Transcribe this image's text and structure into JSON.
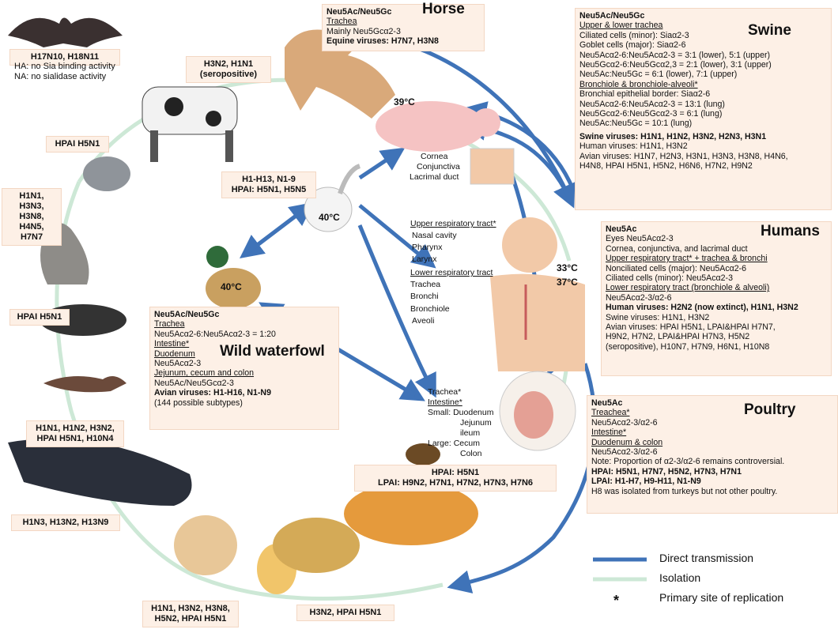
{
  "labels": {
    "bat": [
      "H17N10, H18N11"
    ],
    "bat_notes": [
      "HA: no Sia binding activity",
      "NA: no sialidase activity"
    ],
    "cattle": [
      "H3N2, H1N1",
      "(seropositive)"
    ],
    "pigeon": [
      "HPAI H5N1"
    ],
    "seal": [
      "H1N1, H3N3,",
      "H3N8, H4N5,",
      "H7N7"
    ],
    "ferret": [
      "HPAI H5N1"
    ],
    "mink": [
      "H1N1, H1N2, H3N2,",
      "HPAI H5N1, H10N4"
    ],
    "whale": [
      "H1N3, H13N2, H13N9"
    ],
    "dog": [
      "H1N1, H3N2, H3N8,",
      "H5N2, HPAI H5N1"
    ],
    "cats": [
      "H3N2, HPAI H5N1"
    ],
    "goose": [
      "H1-H13, N1-9",
      "HPAI: H5N1, H5N5"
    ],
    "quail": [
      "HPAI: H5N1",
      "LPAI: H9N2, H7N1, H7N2, H7N3, H7N6"
    ]
  },
  "temps": {
    "pig": "39°C",
    "goose": "40°C",
    "duck": "40°C",
    "human_upper": "33°C",
    "human_lower": "37°C"
  },
  "eye_parts": [
    "Cornea",
    "Conjunctiva",
    "Lacrimal duct"
  ],
  "human_organs": [
    "Upper respiratory tract*",
    "Nasal cavity",
    "Pharynx",
    "Larynx",
    "Lower respiratory tract",
    "Trachea",
    "Bronchi",
    "Bronchiole",
    "Aveoli"
  ],
  "chicken_organs": [
    "Trachea*",
    "Intestine*",
    "Small: Duodenum",
    "Jejunum",
    "ileum",
    "Large: Cecum",
    "Colon"
  ],
  "horse": {
    "header": "Neu5Ac/Neu5Gc",
    "title": "Horse",
    "lines": [
      "Trachea",
      "Mainly Neu5Gcα2-3",
      "Equine viruses: H7N7, H3N8"
    ]
  },
  "waterfowl": {
    "header": "Neu5Ac/Neu5Gc",
    "title": "Wild waterfowl",
    "lines": [
      "Trachea",
      "Neu5Acα2-6:Neu5Acα2-3 = 1:20",
      "Intestine*",
      "Duodenum",
      "Neu5Acα2-3",
      "Jejunum, cecum and colon",
      "Neu5Ac/Neu5Gcα2-3",
      "Avian viruses: H1-H16, N1-N9",
      "(144 possible subtypes)"
    ]
  },
  "swine": {
    "header": "Neu5Ac/Neu5Gc",
    "title": "Swine",
    "lines": [
      "Upper & lower trachea",
      "Ciliated cells (minor): Siaα2-3",
      "Goblet cells (major): Siaα2-6",
      "Neu5Acα2-6:Neu5Acα2-3 = 3:1 (lower), 5:1 (upper)",
      "Neu5Gcα2-6:Neu5Gcα2,3 = 2:1 (lower), 3:1 (upper)",
      "Neu5Ac:Neu5Gc = 6:1 (lower), 7:1 (upper)",
      "Bronchiole & bronchiole-alveoli*",
      "Bronchial epithelial border: Siaα2-6",
      "Neu5Acα2-6:Neu5Acα2-3 = 13:1 (lung)",
      "Neu5Gcα2-6:Neu5Gcα2-3 = 6:1 (lung)",
      "Neu5Ac:Neu5Gc = 10:1 (lung)",
      "Swine viruses: H1N1, H1N2, H3N2, H2N3, H3N1",
      "Human viruses: H1N1, H3N2",
      "Avian viruses: H1N7, H2N3, H3N1, H3N3, H3N8, H4N6,",
      "H4N8, HPAI H5N1, H5N2, H6N6, H7N2, H9N2"
    ]
  },
  "humans": {
    "header": "Neu5Ac",
    "title": "Humans",
    "lines": [
      "Eyes Neu5Acα2-3",
      "Cornea, conjunctiva, and lacrimal duct",
      "Upper respiratory tract* + trachea & bronchi",
      "Nonciliated cells (major): Neu5Acα2-6",
      "Ciliated cells (minor): Neu5Acα2-3",
      "Lower respiratory tract (bronchiole & alveoli)",
      "Neu5Acα2-3/α2-6",
      "Human viruses: H2N2 (now extinct), H1N1, H3N2",
      "Swine viruses: H1N1, H3N2",
      "Avian viruses: HPAI H5N1, LPAI&HPAI H7N7,",
      "H9N2, H7N2, LPAI&HPAI H7N3, H5N2",
      "(seropositive), H10N7, H7N9, H6N1, H10N8"
    ]
  },
  "poultry": {
    "header": "Neu5Ac",
    "title": "Poultry",
    "lines": [
      "Treachea*",
      "Neu5Acα2-3/α2-6",
      "Intestine*",
      "Duodenum & colon",
      "Neu5Acα2-3/α2-6",
      "Note: Proportion of α2-3/α2-6 remains controversial.",
      "HPAI: H5N1, H7N7, H5N2, H7N3, H7N1",
      "LPAI: H1-H7, H9-H11, N1-N9",
      "H8 was isolated from turkeys but not other poultry."
    ]
  },
  "legend": {
    "direct": "Direct transmission",
    "isolation": "Isolation",
    "star": "*",
    "primary": "Primary site of replication"
  },
  "colors": {
    "direct": "#3f73b8",
    "isolation": "#cde8d6",
    "panel": "#fdf0e6"
  }
}
